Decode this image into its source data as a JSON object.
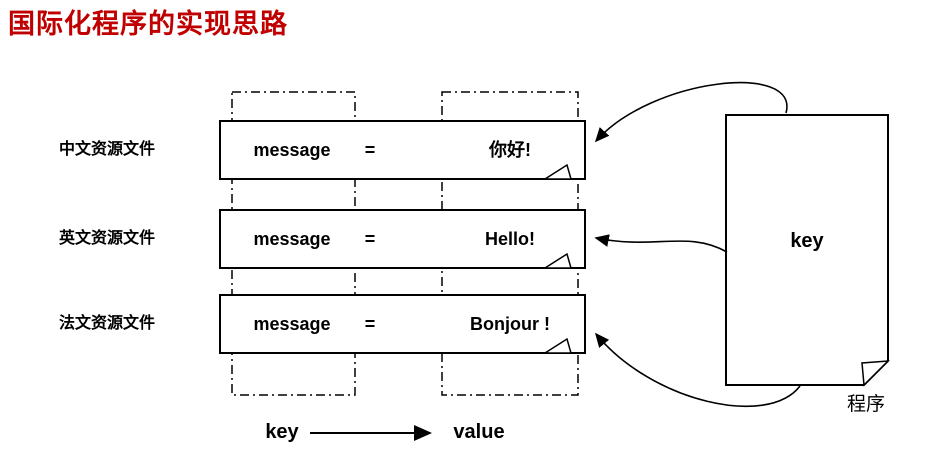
{
  "title": "国际化程序的实现思路",
  "rows": [
    {
      "label": "中文资源文件",
      "key": "message",
      "equals": "=",
      "value": "你好!"
    },
    {
      "label": "英文资源文件",
      "key": "message",
      "equals": "=",
      "value": "Hello!"
    },
    {
      "label": "法文资源文件",
      "key": "message",
      "equals": "=",
      "value": "Bonjour !"
    }
  ],
  "legend": {
    "key_label": "key",
    "value_label": "value"
  },
  "program": {
    "key_label": "key",
    "caption": "程序"
  },
  "colors": {
    "title": "#c00000",
    "line": "#000000",
    "background": "#ffffff"
  }
}
